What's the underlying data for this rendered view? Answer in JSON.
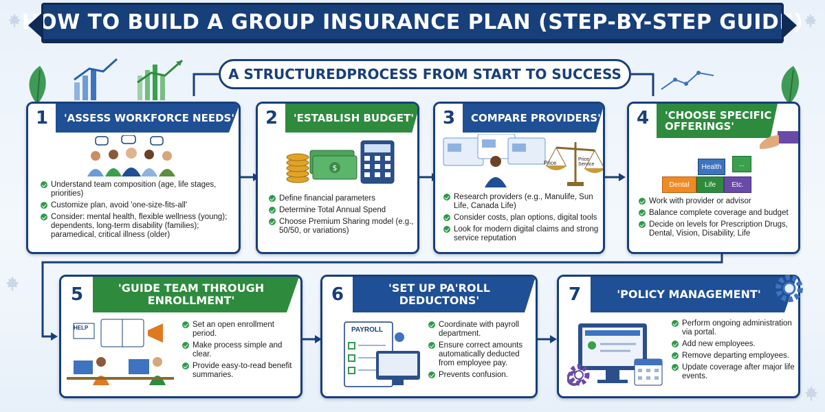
{
  "title": "HOW TO BUILD A GROUP INSURANCE PLAN (STEP-BY-STEP GUIDE)",
  "subtitle": "A STRUCTUREDPROCESS FROM START TO SUCCESS",
  "colors": {
    "navy": "#173f7a",
    "green": "#2e8b3e",
    "check_green": "#2e9a4a",
    "accent_purple": "#6a4aa8"
  },
  "steps": [
    {
      "number": "1",
      "label": "'ASSESS WORKFORCE NEEDS'",
      "header_color": "#1f4f94",
      "illustration": "team-icon",
      "bullets": [
        "Understand team composition (age, life stages, priorities)",
        "Customize plan, avoid 'one-size-fits-all'",
        "Consider: mental health, flexible wellness (young); dependents, long-term disability (families); paramedical, critical illness (older)"
      ]
    },
    {
      "number": "2",
      "label": "'ESTABLISH BUDGET'",
      "header_color": "#2e8b3e",
      "illustration": "money-calculator-icon",
      "bullets": [
        "Define financial parameters",
        "Determine Total Annual Spend",
        "Choose Premium Sharing model (e.g., 50/50, or variations)"
      ]
    },
    {
      "number": "3",
      "label": "COMPARE PROVIDERS'",
      "header_color": "#1f4f94",
      "illustration": "scale-icon",
      "scale_labels": [
        "Price",
        "Price Service"
      ],
      "bullets": [
        "Research providers (e.g., Manulife, Sun Life, Canada Life)",
        "Consider costs, plan options, digital tools",
        "Look for modern digital claims and strong service reputation"
      ]
    },
    {
      "number": "4",
      "label": "'CHOOSE SPECIFIC OFFERINGS'",
      "label_lines": [
        "'CHOOSE SPECIFIC",
        "OFFERINGS'"
      ],
      "header_color": "#2e8b3e",
      "illustration": "blocks-icon",
      "blocks": [
        "Health",
        "...",
        "Dental",
        "Life",
        "Etc."
      ],
      "bullets": [
        "Work with provider or advisor",
        "Balance complete coverage and budget",
        "Decide on levels for Prescription Drugs, Dental, Vision, Disability, Life"
      ]
    },
    {
      "number": "5",
      "label": "'GUIDE TEAM THROUGH ENROLLMENT'",
      "label_lines": [
        "'GUIDE TEAM THROUGH",
        "ENROLLMENT'"
      ],
      "header_color": "#2e8b3e",
      "illustration": "enrollment-icon",
      "help_sign": "HELP",
      "bullets": [
        "Set an open enrollment period.",
        "Make process simple and clear.",
        "Provide easy-to-read benefit summaries."
      ]
    },
    {
      "number": "6",
      "label": "'SET UP PA'ROLL DEDUCTONS'",
      "label_lines": [
        "'SET UP PA'ROLL",
        "DEDUCTONS'"
      ],
      "header_color": "#1f4f94",
      "illustration": "payroll-icon",
      "payroll_label": "PAYROLL",
      "bullets": [
        "Coordinate with payroll department.",
        "Ensure correct amounts automatically deducted from employee pay.",
        "Prevents confusion."
      ]
    },
    {
      "number": "7",
      "label": "'POLICY MANAGEMENT'",
      "header_color": "#1f4f94",
      "illustration": "portal-icon",
      "bullets": [
        "Perform ongoing administration via portal.",
        "Add new employees.",
        "Remove departing employees.",
        "Update coverage after major life events."
      ]
    }
  ]
}
